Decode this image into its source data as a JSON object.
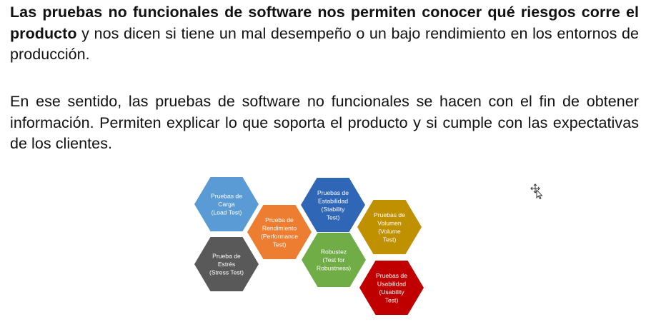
{
  "paragraph1": {
    "bold_part": "Las pruebas no funcionales de software nos  permiten conocer qué riesgos corre el producto",
    "rest": " y nos dicen si tiene un mal desempeño o un bajo rendimiento en los entornos de producción."
  },
  "paragraph2": {
    "text": "En ese sentido, las pruebas de software no funcionales se hacen con el fin de obtener información. Permiten explicar lo que soporta el producto y si cumple con las expectativas de los clientes."
  },
  "hexagons": [
    {
      "id": "carga",
      "lines": [
        "Pruebas de",
        "Carga",
        "(Load Test)"
      ],
      "color": "#5B9BD5"
    },
    {
      "id": "estres",
      "lines": [
        "Prueba de",
        "Estrés",
        "(Stress Test)"
      ],
      "color": "#595959"
    },
    {
      "id": "rendimiento",
      "lines": [
        "Prueba de",
        "Rendimiento",
        "(Performance",
        "Test)"
      ],
      "color": "#ED7D31"
    },
    {
      "id": "estabilidad",
      "lines": [
        "Pruebas de",
        "Estabilidad",
        "(Stability",
        "Test)"
      ],
      "color": "#2F67B6"
    },
    {
      "id": "robustez",
      "lines": [
        "Robustez",
        "(Test for",
        "Robustness)"
      ],
      "color": "#70AD47"
    },
    {
      "id": "volumen",
      "lines": [
        "Pruebas de",
        "Volumen",
        "(Volume",
        "Test)"
      ],
      "color": "#BF9000"
    },
    {
      "id": "usabilidad",
      "lines": [
        "Pruebas de",
        "Usabilidad",
        "(Usability",
        "Test)"
      ],
      "color": "#C00000"
    }
  ],
  "icons": {
    "cursor": "move-cursor-icon"
  }
}
